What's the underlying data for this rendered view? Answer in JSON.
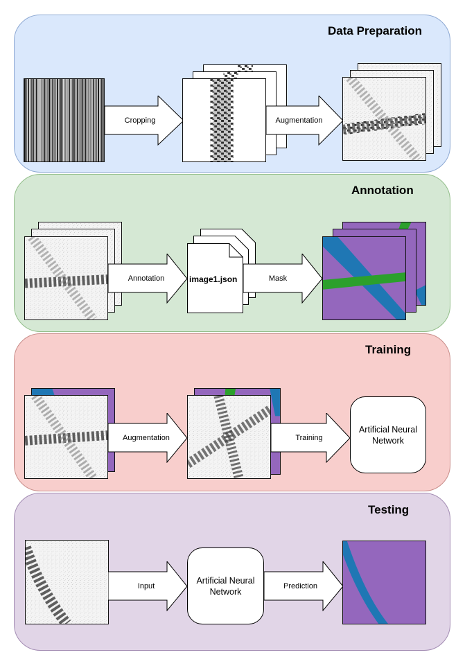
{
  "sections": [
    {
      "title": "Data Preparation",
      "arrows": [
        "Cropping",
        "Augmentation"
      ]
    },
    {
      "title": "Annotation",
      "arrows": [
        "Annotation",
        "Mask"
      ],
      "file": "image1.json"
    },
    {
      "title": "Training",
      "arrows": [
        "Augmentation",
        "Training"
      ],
      "box": "Artificial Neural Network"
    },
    {
      "title": "Testing",
      "arrows": [
        "Input",
        "Prediction"
      ],
      "box": "Artificial Neural Network"
    }
  ],
  "colors": {
    "mask_purple": "#9467bd",
    "mask_blue": "#1f77b4",
    "mask_green": "#2ca02c"
  }
}
